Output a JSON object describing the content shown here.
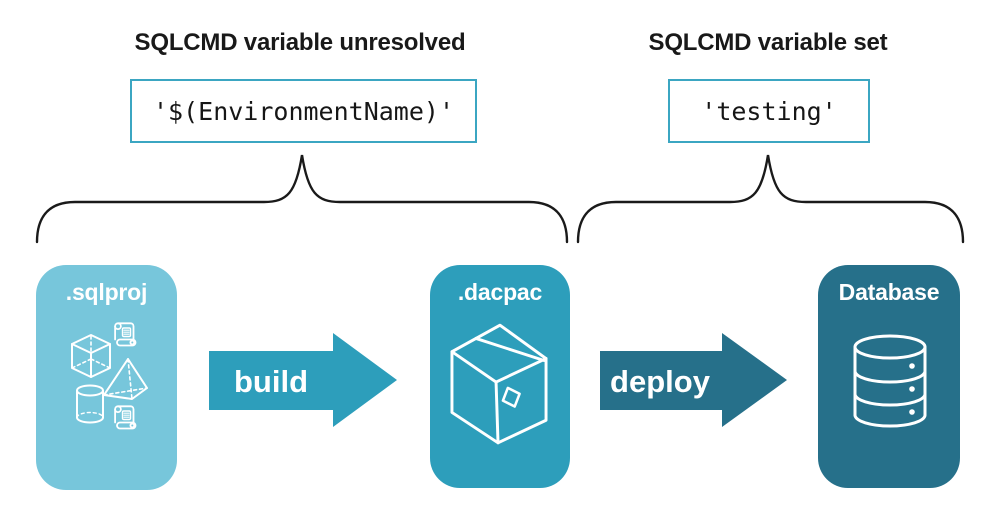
{
  "annotations": {
    "unresolved": {
      "heading": "SQLCMD variable unresolved",
      "value": "'$(EnvironmentName)'"
    },
    "set": {
      "heading": "SQLCMD variable set",
      "value": "'testing'"
    }
  },
  "pipeline": {
    "nodes": [
      {
        "label": ".sqlproj",
        "icons": [
          "cube-icon",
          "scroll-icon",
          "pyramid-icon",
          "cylinder-icon",
          "scroll-icon"
        ],
        "color": "#77C6DB"
      },
      {
        "label": ".dacpac",
        "icons": [
          "package-icon"
        ],
        "color": "#2D9EBB"
      },
      {
        "label": "Database",
        "icons": [
          "database-icon"
        ],
        "color": "#26708A"
      }
    ],
    "arrows": [
      {
        "label": "build",
        "color": "#2D9EBB"
      },
      {
        "label": "deploy",
        "color": "#26708A"
      }
    ]
  },
  "colors": {
    "value_box_border": "#3BA6C2",
    "heading_text": "#191919",
    "brace_stroke": "#1A1A1A",
    "icon_stroke": "#FFFFFF",
    "background": "#FFFFFF"
  }
}
